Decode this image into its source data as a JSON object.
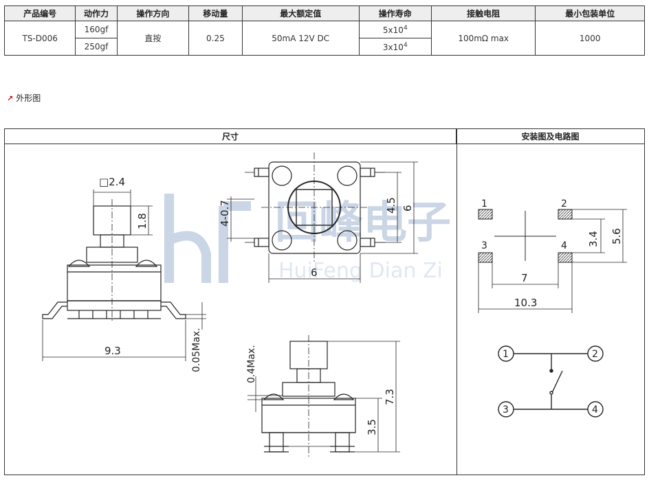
{
  "spec_table": {
    "headers": [
      "产品编号",
      "动作力",
      "操作方向",
      "移动量",
      "最大额定值",
      "操作寿命",
      "接触电阻",
      "最小包装单位"
    ],
    "part_no": "TS-D006",
    "force_1": "160gf",
    "force_2": "250gf",
    "direction": "直按",
    "travel": "0.25",
    "rating": "50mA 12V DC",
    "life_1_base": "5x10",
    "life_1_exp": "4",
    "life_2_base": "3x10",
    "life_2_exp": "4",
    "resistance": "100mΩ max",
    "min_pack": "1000"
  },
  "section": {
    "arrow": "↗",
    "title": "外形图"
  },
  "panel": {
    "dims_header": "尺寸",
    "install_header": "安装图及电路图"
  },
  "watermark": {
    "cn": "回峰电子",
    "en": "HuiFeng Dian Zi"
  },
  "side_view": {
    "dim_square": "□2.4",
    "dim_height": "1.8",
    "dim_width": "9.3",
    "dim_max": "0.05Max."
  },
  "top_view": {
    "dim_travel": "4-0.7",
    "dim_inner": "4.5",
    "dim_outer": "6",
    "dim_bottom": "6"
  },
  "front_view": {
    "dim_max": "0.4Max.",
    "dim_total": "7.3",
    "dim_body": "3.5"
  },
  "install": {
    "pins": [
      "1",
      "2",
      "3",
      "4"
    ],
    "dim_pitch_v": "3.4",
    "dim_outer_v": "5.6",
    "dim_inner_h": "7",
    "dim_outer_h": "10.3"
  },
  "circuit": {
    "nodes": [
      "1",
      "2",
      "3",
      "4"
    ]
  },
  "colors": {
    "line": "#222222",
    "watermark": "#9fb3d1",
    "arrow": "#cc0000"
  }
}
